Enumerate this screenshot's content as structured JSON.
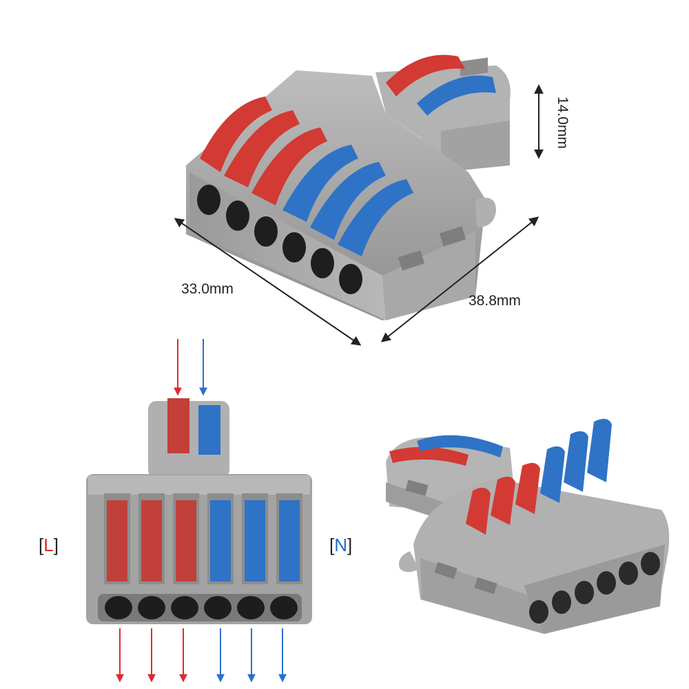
{
  "dimensions": {
    "width_label": "33.0mm",
    "depth_label": "38.8mm",
    "height_label": "14.0mm"
  },
  "labels": {
    "left": {
      "open": "[",
      "letter": "L",
      "close": "]"
    },
    "right": {
      "open": "[",
      "letter": "N",
      "close": "]"
    }
  },
  "colors": {
    "body_gray": "#a7a7a7",
    "lever_red": "#d33a34",
    "lever_blue": "#2f73c6",
    "arrow_red": "#e0292f",
    "arrow_blue": "#2a6fd1"
  },
  "connector": {
    "inputs": 2,
    "outputs": 6,
    "input_colors": [
      "red",
      "blue"
    ],
    "output_colors": [
      "red",
      "red",
      "red",
      "blue",
      "blue",
      "blue"
    ]
  }
}
